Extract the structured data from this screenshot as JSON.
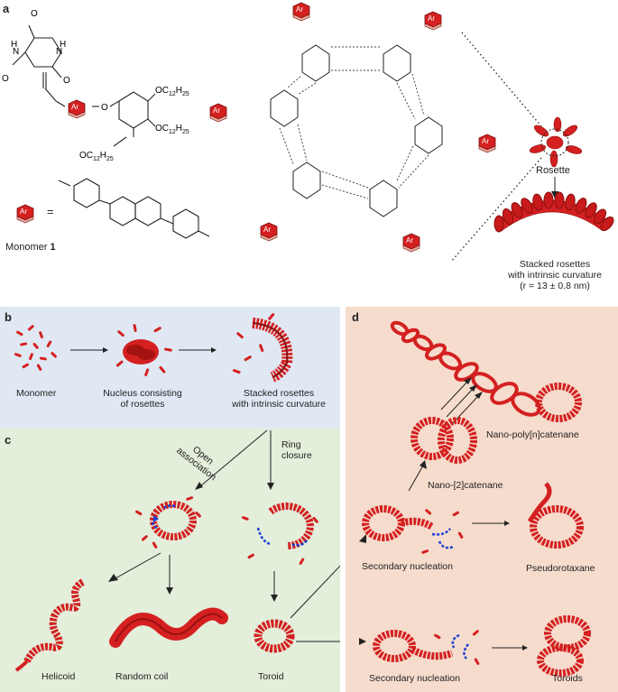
{
  "panels": {
    "a": "a",
    "b": "b",
    "c": "c",
    "d": "d"
  },
  "panel_a": {
    "ar_label": "Ar",
    "equals": "=",
    "monomer_caption_prefix": "Monomer ",
    "monomer_caption_number": "1",
    "substituents": [
      "OC",
      "12",
      "H",
      "25"
    ],
    "rosette_label": "Rosette",
    "stacked_label_line1": "Stacked rosettes",
    "stacked_label_line2": "with intrinsic curvature",
    "radius_label": "(r = 13 ± 0.8 nm)",
    "atoms": {
      "O": "O",
      "N": "N",
      "H": "H"
    }
  },
  "panel_b": {
    "monomer": "Monomer",
    "nucleus_line1": "Nucleus consisting",
    "nucleus_line2": "of rosettes",
    "stacked_line1": "Stacked rosettes",
    "stacked_line2": "with intrinsic curvature"
  },
  "panel_c": {
    "open_assoc_line1": "Open",
    "open_assoc_line2": "association",
    "ring_line1": "Ring",
    "ring_line2": "closure",
    "helicoid": "Helicoid",
    "random_coil": "Random coil",
    "toroid": "Toroid"
  },
  "panel_d": {
    "polycatenane": "Nano-poly[n]catenane",
    "catenane2": "Nano-[2]catenane",
    "secondary_nucleation_1": "Secondary nucleation",
    "pseudorotaxane": "Pseudorotaxane",
    "secondary_nucleation_2": "Secondary nucleation",
    "toroids": "Toroids"
  },
  "colors": {
    "red": "#d42020",
    "red_dark": "#9a1010",
    "panel_b_bg": "#dfe8f3",
    "panel_c_bg": "#e3eedb",
    "panel_d_bg": "#f6dccd",
    "arrow_blue": "#1a3fd6"
  }
}
